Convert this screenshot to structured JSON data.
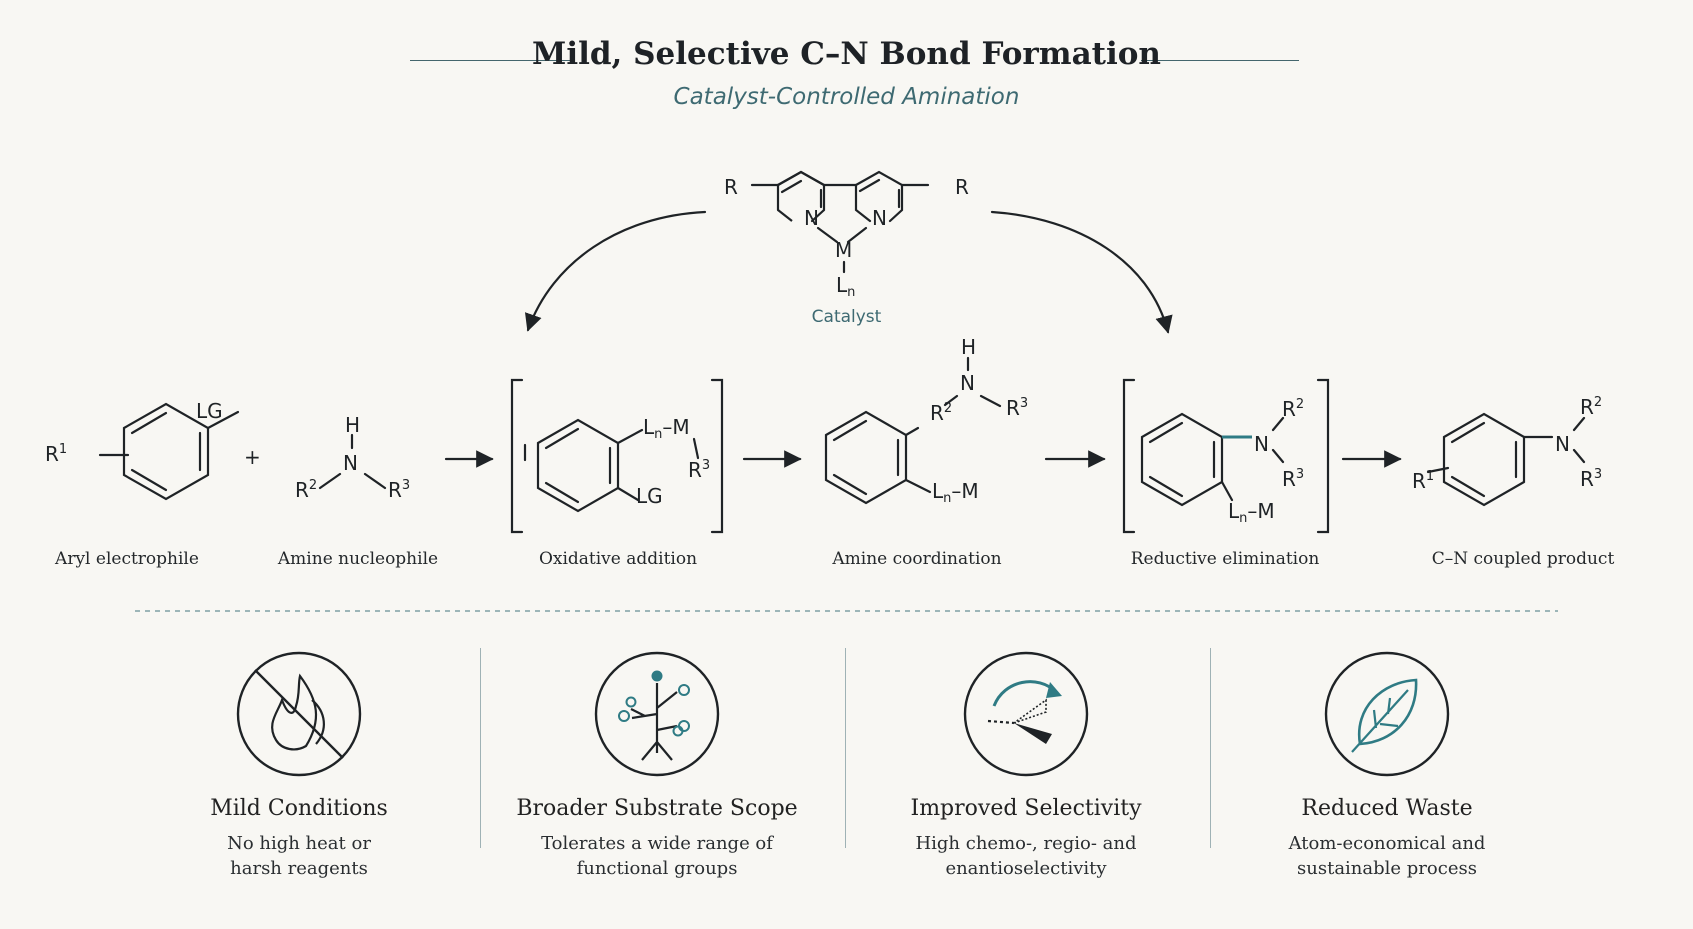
{
  "header": {
    "title": "Mild, Selective C–N Bond Formation",
    "subtitle": "Catalyst-Controlled Amination"
  },
  "catalyst": {
    "label": "Catalyst",
    "atoms": {
      "r": "R",
      "n": "N",
      "m": "M",
      "ln": "L",
      "n_sub": "n"
    }
  },
  "atoms": {
    "lg": "LG",
    "r": "R",
    "sup1": "1",
    "sup2": "2",
    "sup3": "3",
    "h": "H",
    "n": "N",
    "m": "M",
    "l": "L",
    "n_sub": "n",
    "dash": "–",
    "plus": "+"
  },
  "steps": [
    {
      "label": "Aryl electrophile"
    },
    {
      "label": "Amine nucleophile"
    },
    {
      "label": "Oxidative addition"
    },
    {
      "label": "Amine coordination"
    },
    {
      "label": "Reductive elimination"
    },
    {
      "label": "C–N coupled product"
    }
  ],
  "benefits": [
    {
      "title": "Mild Conditions",
      "desc1": "No high heat or",
      "desc2": "harsh reagents",
      "icon": "no-flame-icon"
    },
    {
      "title": "Broader Substrate Scope",
      "desc1": "Tolerates a wide range of",
      "desc2": "functional groups",
      "icon": "branch-network-icon"
    },
    {
      "title": "Improved Selectivity",
      "desc1": "High chemo-, regio- and",
      "desc2": "enantioselectivity",
      "icon": "stereo-arrow-icon"
    },
    {
      "title": "Reduced Waste",
      "desc1": "Atom-economical and",
      "desc2": "sustainable process",
      "icon": "leaf-icon"
    }
  ],
  "colors": {
    "accent": "#2f7b84",
    "text": "#1f2326",
    "background": "#f8f7f3"
  }
}
